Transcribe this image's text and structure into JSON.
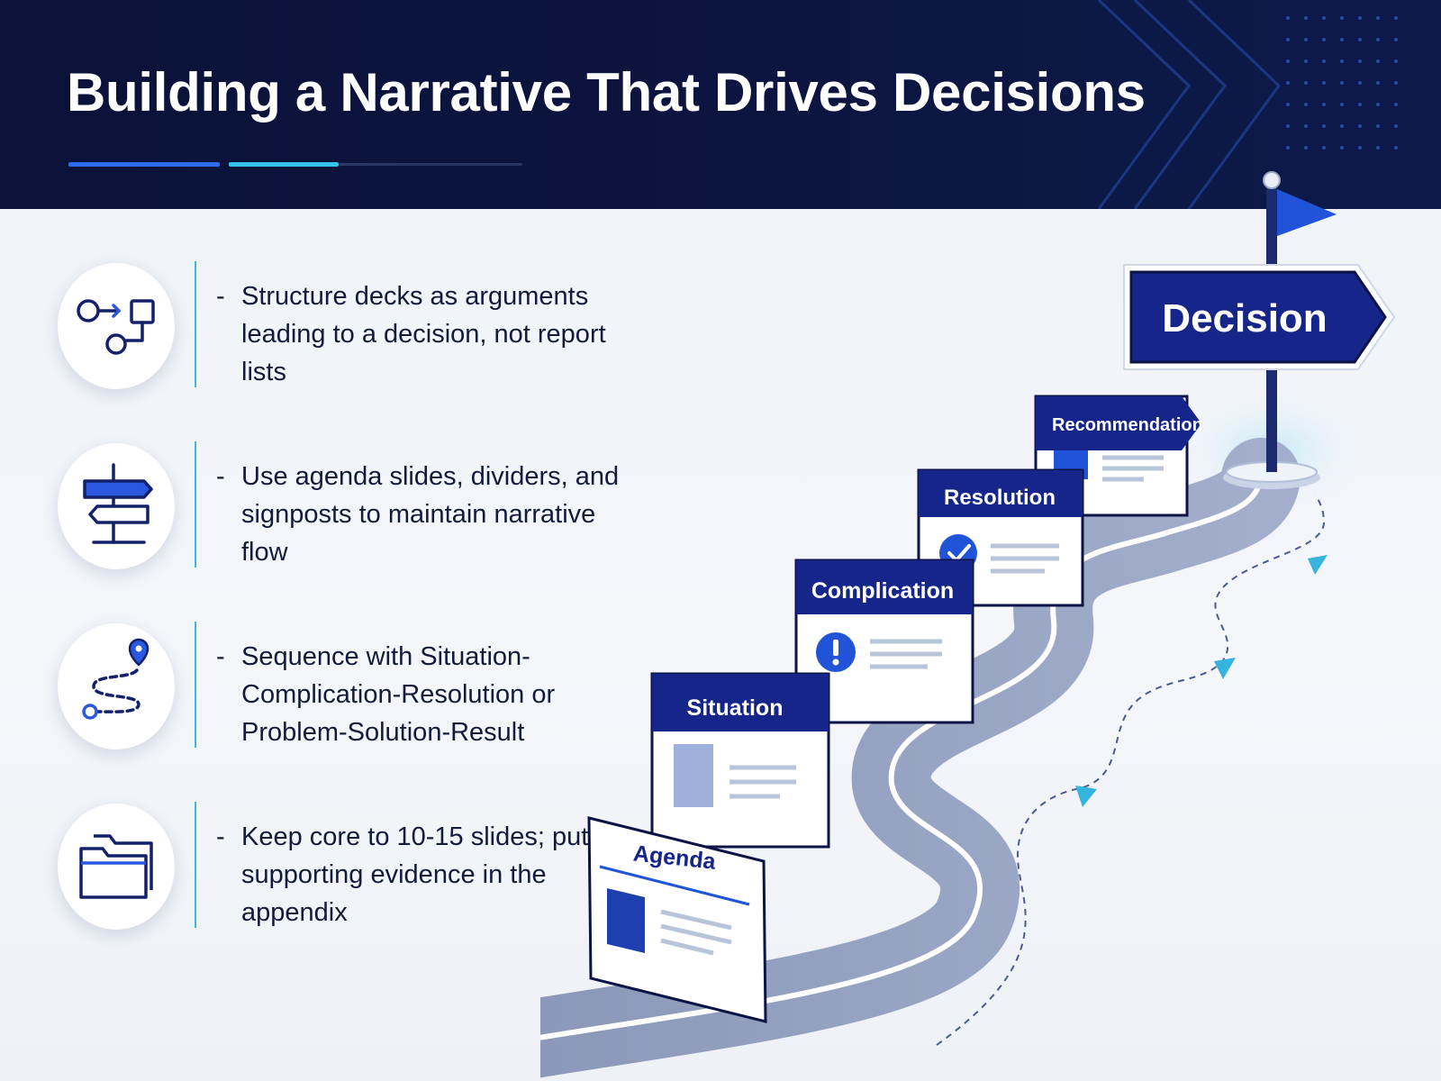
{
  "header": {
    "title": "Building a Narrative That Drives Decisions"
  },
  "points": [
    {
      "icon": "flow-diagram-icon",
      "bullet": "-",
      "text": "Structure decks as arguments leading to a decision, not report lists"
    },
    {
      "icon": "signpost-icon",
      "bullet": "-",
      "text": "Use agenda slides, dividers, and signposts to maintain narrative flow"
    },
    {
      "icon": "route-path-icon",
      "bullet": "-",
      "text": "Sequence with Situation-Complication-Resolution or Problem-Solution-Result"
    },
    {
      "icon": "folder-icon",
      "bullet": "-",
      "text": "Keep core to 10-15 slides; put supporting evidence in the appendix"
    }
  ],
  "roadmap": {
    "destination": "Decision",
    "stages": [
      "Agenda",
      "Situation",
      "Complication",
      "Resolution",
      "Recommendation"
    ]
  },
  "colors": {
    "navy": "#0c1446",
    "royal_blue": "#1d3fb0",
    "accent_cyan": "#33c2ea",
    "road_gray": "#8d9ab8"
  }
}
